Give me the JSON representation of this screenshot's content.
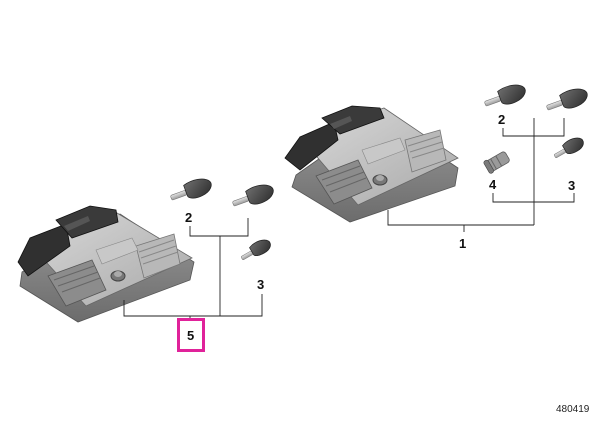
{
  "diagram": {
    "parts": [
      {
        "id": "ecu-left",
        "icon": "ecu-control-unit"
      },
      {
        "id": "ecu-right",
        "icon": "ecu-control-unit"
      },
      {
        "id": "key-2a",
        "icon": "key"
      },
      {
        "id": "key-2b",
        "icon": "key"
      },
      {
        "id": "key-3a",
        "icon": "key"
      },
      {
        "id": "key-3b",
        "icon": "key"
      },
      {
        "id": "lock-cylinder-4",
        "icon": "lock-cylinder"
      }
    ],
    "callouts": {
      "right_group_1": "1",
      "right_key_2": "2",
      "right_key_3": "3",
      "right_cylinder_4": "4",
      "left_key_2": "2",
      "left_key_3": "3",
      "left_group_5": "5"
    },
    "highlight_color": "#e0229a",
    "reference_number": "480419"
  }
}
